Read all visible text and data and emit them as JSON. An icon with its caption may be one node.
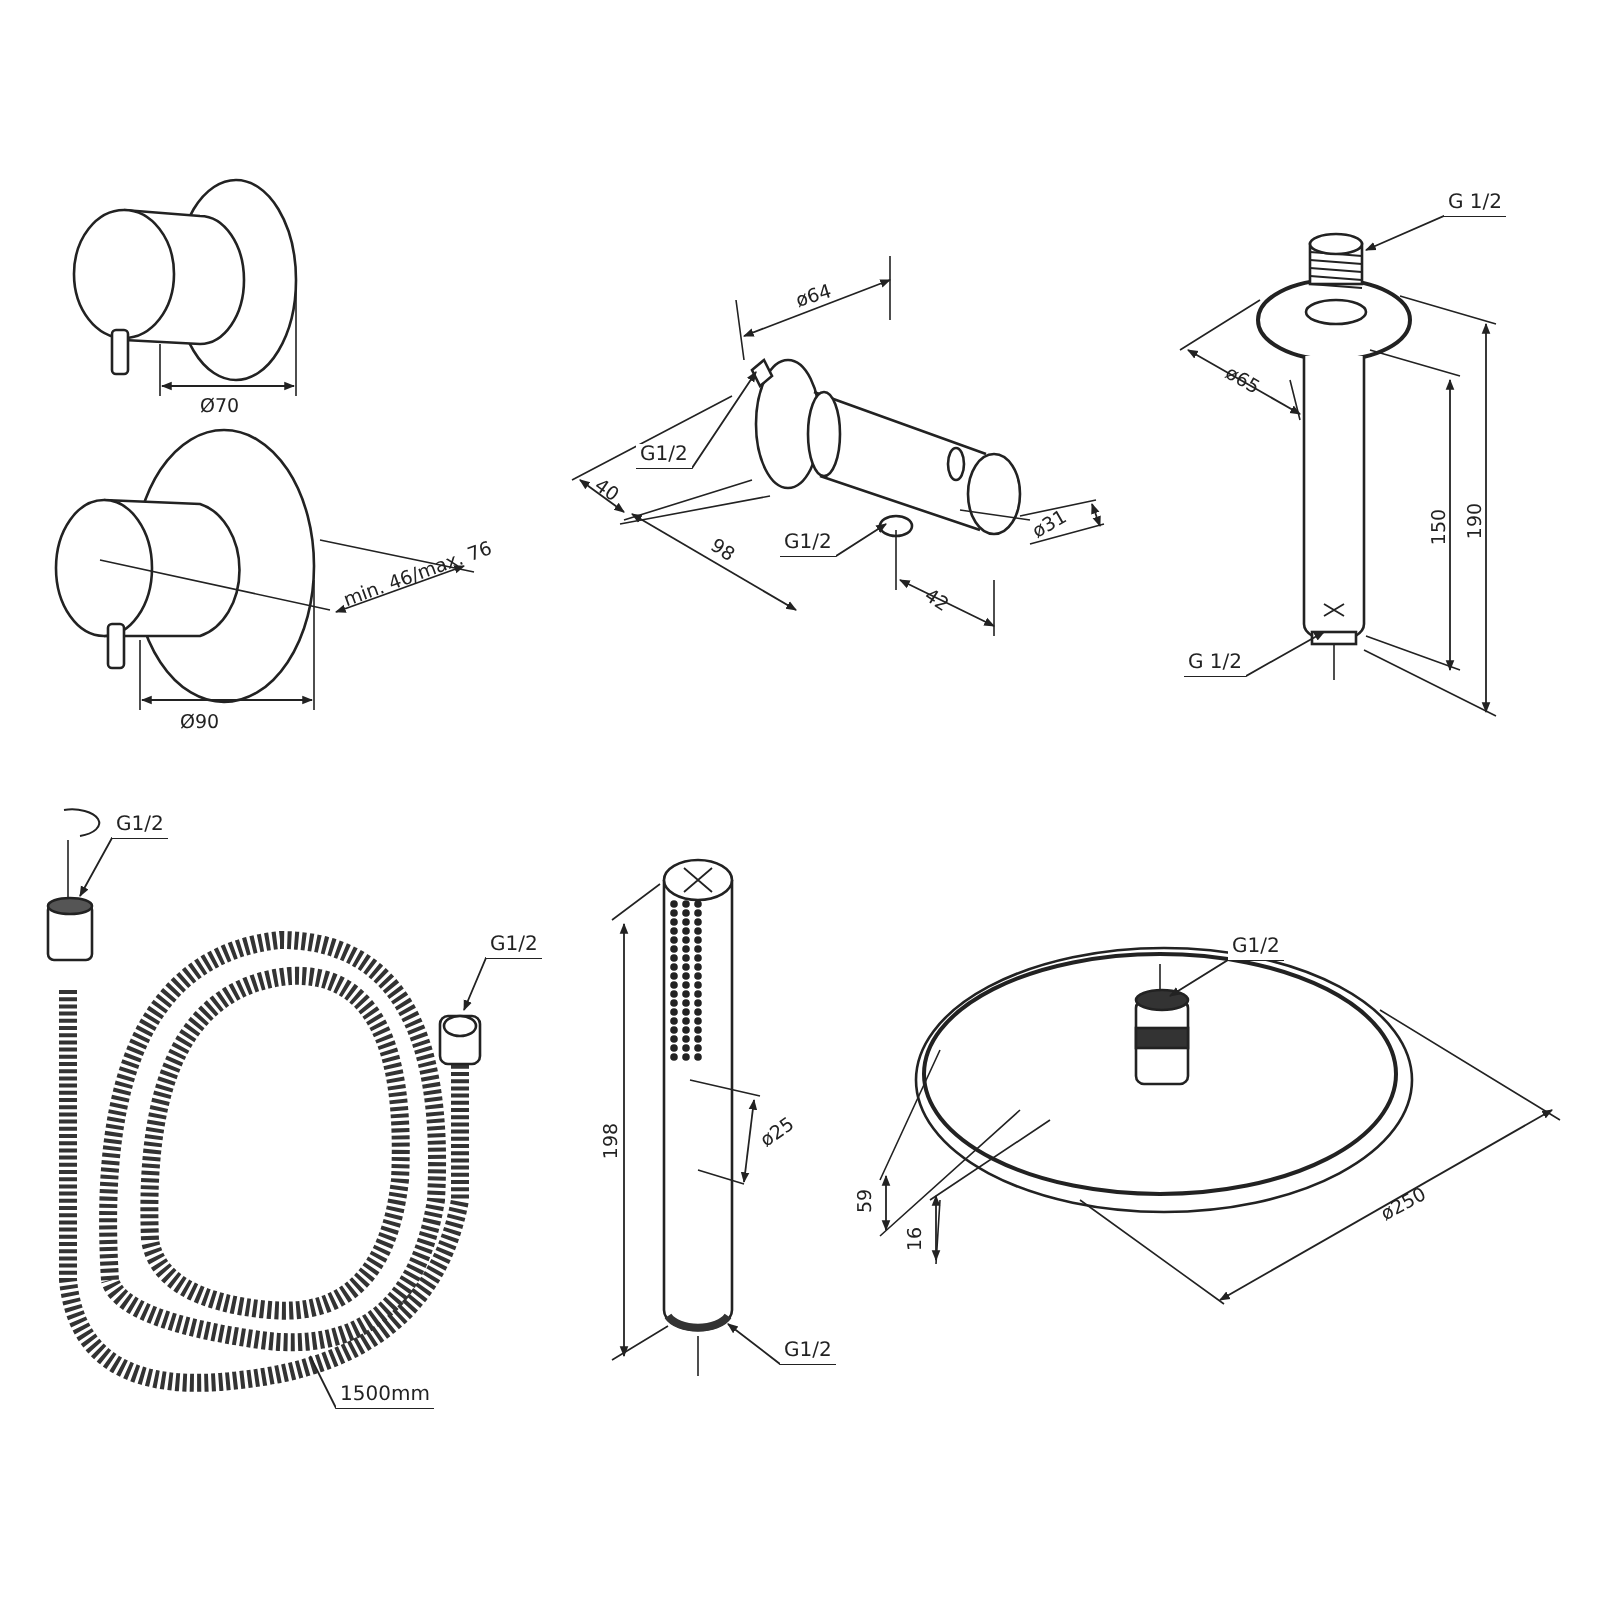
{
  "diagram": {
    "nodes": [
      {
        "text": [
          "G1/2"
        ]
      },
      {
        "text": [
          "G1/2"
        ]
      },
      {
        "text": [
          "G 1/2"
        ]
      },
      {
        "text": [
          "G 1/2"
        ]
      },
      {
        "text": [
          "G1/2"
        ]
      },
      {
        "text": [
          "G1/2"
        ]
      },
      {
        "text": [
          "G1/2"
        ]
      },
      {
        "text": [
          "G1/2"
        ]
      },
      {
        "text": [
          "1500mm"
        ]
      },
      {
        "text": [],
        "shape": "cylinder"
      },
      {
        "text": [],
        "shape": "cylinder"
      },
      {
        "text": [],
        "shape": "cylinder"
      },
      {
        "text": [],
        "shape": "cylinder"
      },
      {
        "text": [],
        "shape": "cylinder"
      },
      {
        "text": [],
        "shape": "cylinder"
      },
      {
        "text": [],
        "shape": "cylinder"
      },
      {
        "text": [],
        "shape": "cylinder"
      }
    ],
    "edges": [
      {
        "from": 0,
        "to": 9,
        "arrow": "to"
      },
      {
        "from": 1,
        "to": 10,
        "arrow": "to"
      },
      {
        "from": 2,
        "to": 11,
        "arrow": "to"
      },
      {
        "from": 3,
        "to": 12,
        "arrow": "to"
      },
      {
        "from": 4,
        "to": 13,
        "arrow": "to"
      },
      {
        "from": 5,
        "to": 14,
        "arrow": "to"
      },
      {
        "from": 6,
        "to": 15,
        "arrow": "to"
      },
      {
        "from": 7,
        "to": 16,
        "arrow": "to"
      },
      {
        "from": 8,
        "to": null,
        "arrow": "none"
      }
    ],
    "labels": [
      "Ø70",
      "min. 46/max. 76",
      "Ø90",
      "ø64",
      "40",
      "98",
      "ø31",
      "42",
      "ø65",
      "150",
      "190",
      "198",
      "ø25",
      "59",
      "16",
      "ø250"
    ]
  }
}
